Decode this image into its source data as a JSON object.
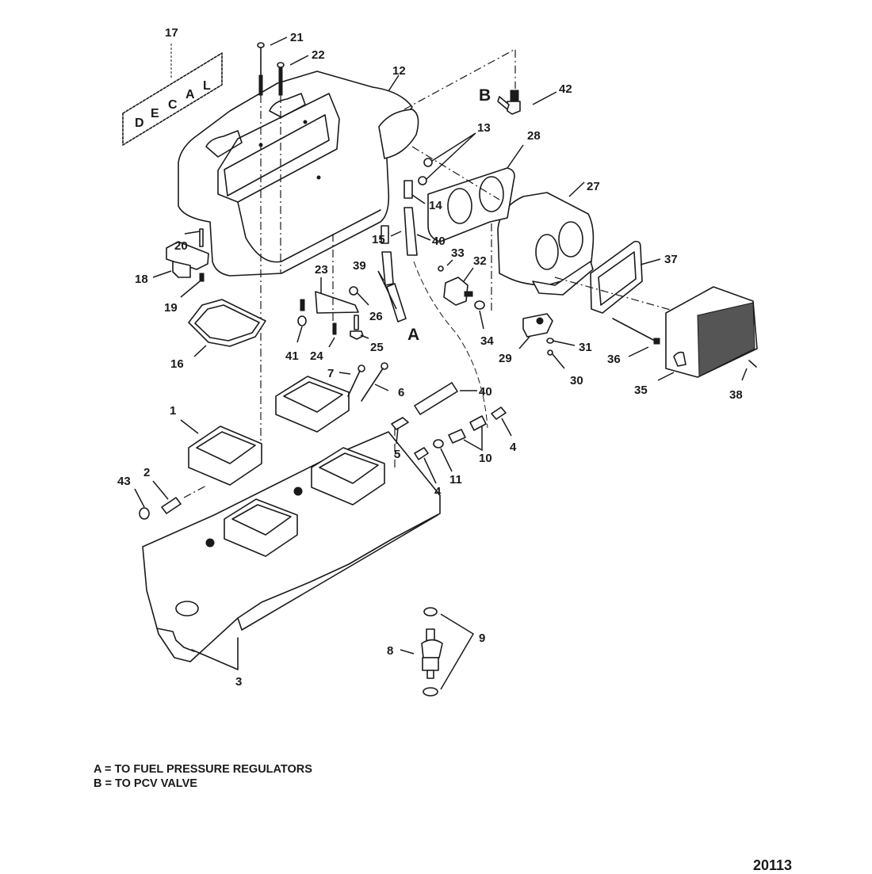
{
  "figure_number": "20113",
  "decal": {
    "callout": "17",
    "letters": [
      "D",
      "E",
      "C",
      "A",
      "L"
    ]
  },
  "reference_letters": {
    "a": "A",
    "b": "B"
  },
  "legend": [
    "A = TO FUEL PRESSURE REGULATORS",
    "B = TO PCV VALVE"
  ],
  "callouts": {
    "c1": "1",
    "c2": "2",
    "c3": "3",
    "c4a": "4",
    "c4b": "4",
    "c5": "5",
    "c6": "6",
    "c7": "7",
    "c8": "8",
    "c9": "9",
    "c10": "10",
    "c11": "11",
    "c12": "12",
    "c13": "13",
    "c14": "14",
    "c15": "15",
    "c16": "16",
    "c18": "18",
    "c19": "19",
    "c20": "20",
    "c21": "21",
    "c22": "22",
    "c23": "23",
    "c24": "24",
    "c25": "25",
    "c26": "26",
    "c27": "27",
    "c28": "28",
    "c29": "29",
    "c30": "30",
    "c31": "31",
    "c32": "32",
    "c33": "33",
    "c34": "34",
    "c35": "35",
    "c36": "36",
    "c37": "37",
    "c38": "38",
    "c39": "39",
    "c40a": "40",
    "c40b": "40",
    "c41": "41",
    "c42": "42",
    "c43": "43"
  }
}
